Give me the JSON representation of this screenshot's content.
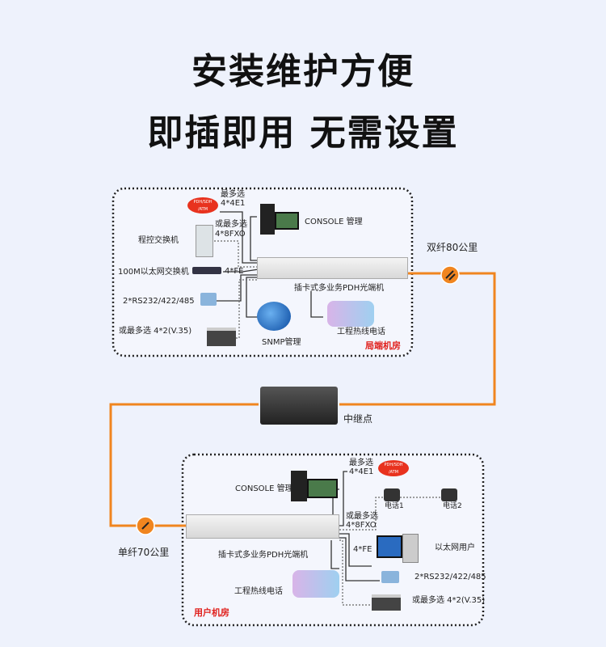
{
  "title_line1": "安装维护方便",
  "title_line2": "即插即用  无需设置",
  "links": {
    "dual_fiber": "双纤80公里",
    "single_fiber": "单纤70公里",
    "repeater": "中继点"
  },
  "central_office": {
    "room_label": "局端机房",
    "pdh_badge": "PDH/SDH\n/ATM",
    "e1_label_1": "最多选",
    "e1_label_2": "4*4E1",
    "console": "CONSOLE 管理",
    "fxo_label_1": "或最多选",
    "fxo_label_2": "4*8FXO",
    "pbx": "程控交换机",
    "switch": "100M以太网交换机",
    "fe": "4*FE",
    "serial": "2*RS232/422/485",
    "device": "插卡式多业务PDH光端机",
    "v35": "或最多选 4*2(V.35)",
    "snmp": "SNMP管理",
    "hotline": "工程热线电话"
  },
  "user_room": {
    "room_label": "用户机房",
    "console": "CONSOLE 管理",
    "e1_label_1": "最多选",
    "e1_label_2": "4*4E1",
    "pdh_badge": "PDH/SDH\n/ATM",
    "phone1": "电话1",
    "phone2": "电话2",
    "fxo_label_1": "或最多选",
    "fxo_label_2": "4*8FXO",
    "fe": "4*FE",
    "ethernet_user": "以太网用户",
    "device": "插卡式多业务PDH光端机",
    "serial": "2*RS232/422/485",
    "hotline": "工程热线电话",
    "v35": "或最多选 4*2(V.35)"
  },
  "colors": {
    "fiber": "#f0851f",
    "room_label": "#e0201c",
    "background": "#eef2fc"
  }
}
